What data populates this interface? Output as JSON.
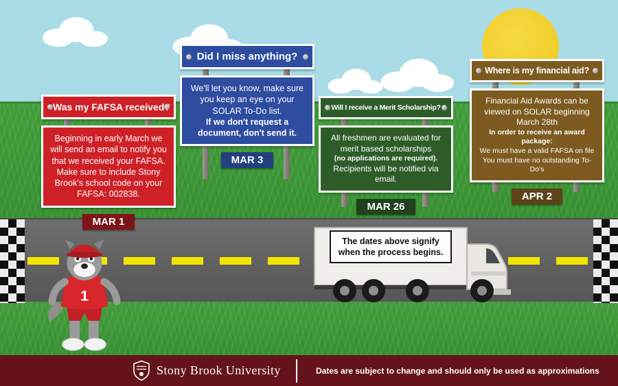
{
  "colors": {
    "sky": "#a9dce6",
    "grass": "#46a03e",
    "road": "#6e6e6e",
    "road_line": "#f3e400",
    "sun": "#f0ce2a",
    "footer_bg": "#64131a"
  },
  "signs": [
    {
      "question": "Was my FAFSA received?",
      "date": "MAR 1",
      "color": "#ce2127",
      "date_color": "#7d1419",
      "answer": [
        {
          "text": "Beginning in early March we will send an email to notify you that we received your FAFSA. Make sure to include Stony Brook's school code on your FAFSA: 002838.",
          "bold": false
        }
      ]
    },
    {
      "question": "Did I miss anything?",
      "date": "MAR 3",
      "color": "#2e4da0",
      "date_color": "#22407e",
      "answer": [
        {
          "text": "We'll let you know, make sure you keep an eye on your SOLAR  To-Do list.",
          "bold": false
        },
        {
          "text": "If we don't request a document, don't send it.",
          "bold": true
        }
      ]
    },
    {
      "question": "Will I receive a Merit Scholarship?",
      "date": "MAR 26",
      "color": "#2e5c29",
      "date_color": "#20421d",
      "answer": [
        {
          "text": "All freshmen are evaluated for merit based scholarships",
          "bold": false
        },
        {
          "text": "(no applications are required).",
          "bold": true
        },
        {
          "text": "Recipients will be notified via email.",
          "bold": false
        }
      ]
    },
    {
      "question": "Where is my financial aid?",
      "date": "APR 2",
      "color": "#7d5b20",
      "date_color": "#5d431a",
      "answer": [
        {
          "text": "Financial Aid Awards can be viewed on SOLAR beginning March 28th",
          "bold": false
        },
        {
          "text": "In order to receive an award package:",
          "bold": true
        },
        {
          "text": "We must have a valid FAFSA on file",
          "bold": false
        },
        {
          "text": "You must have no outstanding To-Do's",
          "bold": false
        }
      ]
    }
  ],
  "truck": {
    "message": "The dates above signify when the process begins."
  },
  "mascot": {
    "jersey_number": "1"
  },
  "footer": {
    "university": "Stony Brook University",
    "disclaimer": "Dates are subject to change and should only be used as approximations"
  }
}
